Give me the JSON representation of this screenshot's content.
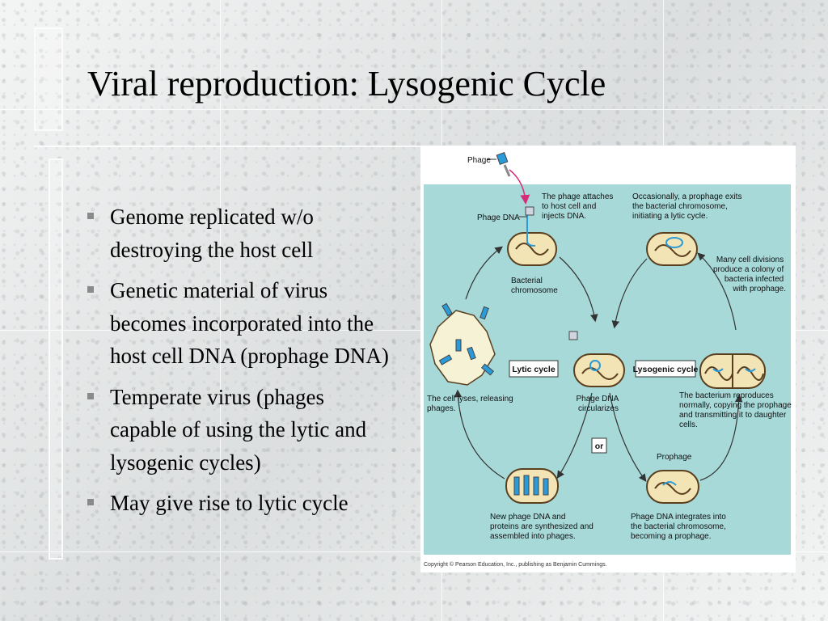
{
  "slide": {
    "title": "Viral reproduction:  Lysogenic Cycle",
    "bullets": [
      "Genome replicated w/o destroying the host cell",
      "Genetic material of virus becomes incorporated into the host cell DNA (prophage DNA)",
      "Temperate virus (phages capable of using the lytic and lysogenic cycles)",
      "May give rise to lytic cycle"
    ]
  },
  "figure": {
    "colors": {
      "panel": "#a7d9d9",
      "cell_fill": "#f3e4b5",
      "cell_edge": "#5a3f1f",
      "dna": "#2a9bd8",
      "arrow": "#d42d7a"
    },
    "phage": "Phage",
    "phage_dna": "Phage DNA",
    "attach": [
      "The phage attaches",
      "to host cell and",
      "injects DNA."
    ],
    "exits": [
      "Occasionally, a prophage exits",
      "the bacterial chromosome,",
      "initiating a lytic cycle."
    ],
    "bact_chrom": [
      "Bacterial",
      "chromosome"
    ],
    "divisions": [
      "Many cell divisions",
      "produce a colony of",
      "bacteria infected",
      "with prophage."
    ],
    "lytic_cycle": "Lytic cycle",
    "lysogenic_cycle": "Lysogenic cycle",
    "lyses": [
      "The cell lyses, releasing",
      "phages."
    ],
    "circularizes": [
      "Phage DNA",
      "circularizes"
    ],
    "reproduces": [
      "The bacterium reproduces",
      "normally, copying the prophage",
      "and transmitting it to daughter",
      "cells."
    ],
    "or": "or",
    "prophage": "Prophage",
    "synth": [
      "New phage DNA and",
      "proteins are synthesized and",
      "assembled into phages."
    ],
    "integrates": [
      "Phage DNA integrates into",
      "the bacterial chromosome,",
      "becoming a prophage."
    ],
    "copyright": "Copyright © Pearson Education, Inc., publishing as Benjamin Cummings."
  }
}
